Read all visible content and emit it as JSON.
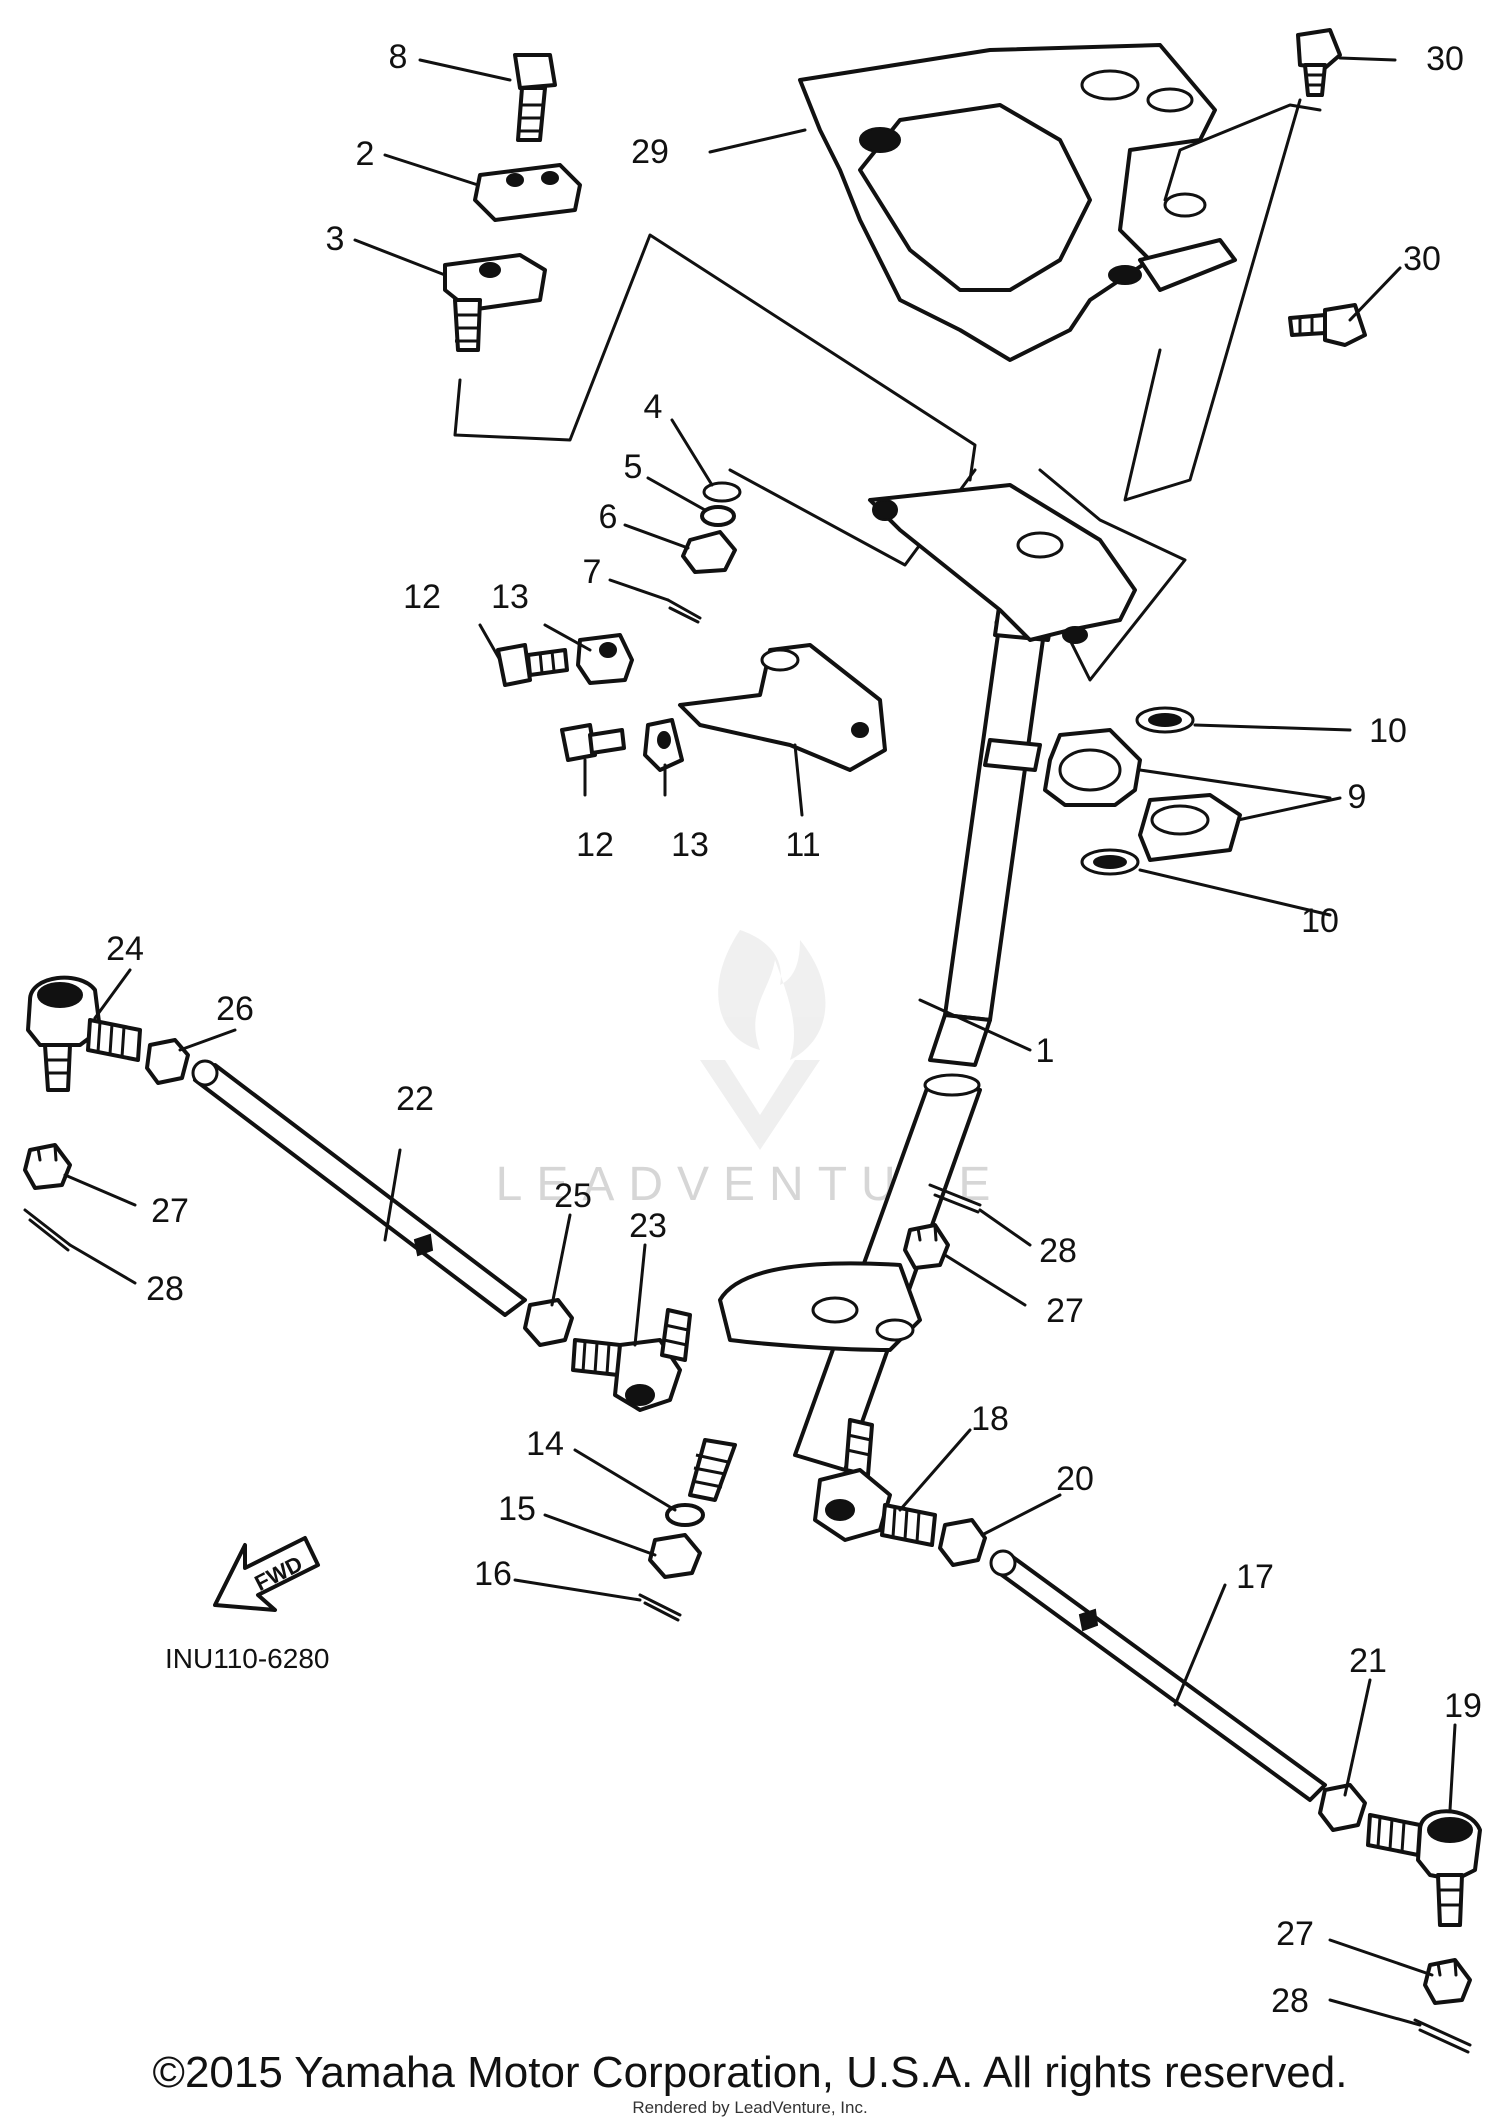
{
  "diagram": {
    "diagram_code": "INU110-6280",
    "fwd_label": "FWD",
    "watermark": "LEADVENTURE",
    "callouts": {
      "c1": "1",
      "c2": "2",
      "c3": "3",
      "c4": "4",
      "c5": "5",
      "c6": "6",
      "c7": "7",
      "c8": "8",
      "c9": "9",
      "c10a": "10",
      "c10b": "10",
      "c11": "11",
      "c12a": "12",
      "c12b": "12",
      "c13a": "13",
      "c13b": "13",
      "c14": "14",
      "c15": "15",
      "c16": "16",
      "c17": "17",
      "c18": "18",
      "c19": "19",
      "c20": "20",
      "c21": "21",
      "c22": "22",
      "c23": "23",
      "c24": "24",
      "c25": "25",
      "c26": "26",
      "c27a": "27",
      "c27b": "27",
      "c27c": "27",
      "c28a": "28",
      "c28b": "28",
      "c28c": "28",
      "c29": "29",
      "c30a": "30",
      "c30b": "30"
    }
  },
  "footer": {
    "copyright": "©2015 Yamaha Motor Corporation, U.S.A. All rights reserved.",
    "rendered_by": "Rendered by LeadVenture, Inc."
  }
}
